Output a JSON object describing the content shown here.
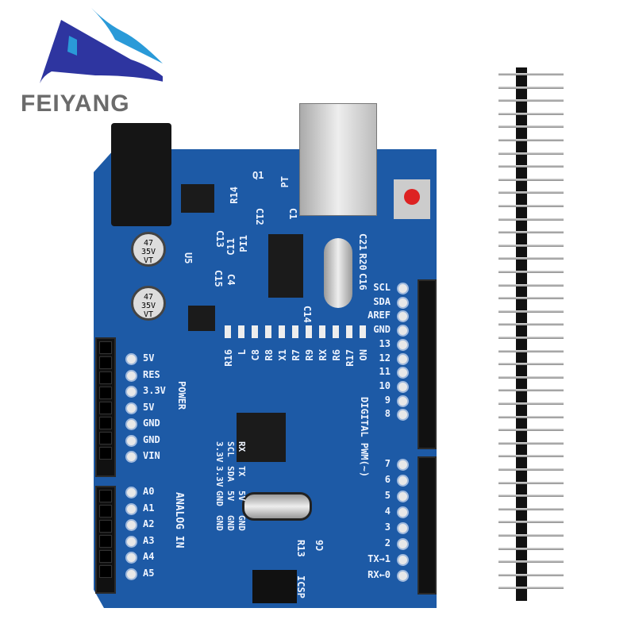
{
  "logo": {
    "text": "FEIYANG",
    "colors": {
      "dark": "#2e35a0",
      "light": "#2a9ad8"
    }
  },
  "board": {
    "color": "#1d5aa6",
    "power_pins": [
      "5V",
      "RES",
      "3.3V",
      "5V",
      "GND",
      "GND",
      "VIN"
    ],
    "analog_pins": [
      "A0",
      "A1",
      "A2",
      "A3",
      "A4",
      "A5"
    ],
    "digital_top": [
      "SCL",
      "SDA",
      "AREF",
      "GND",
      "13",
      "12",
      "11",
      "10",
      "9",
      "8"
    ],
    "digital_bottom": [
      "7",
      "6",
      "5",
      "4",
      "3",
      "2",
      "TX→1",
      "RX←0"
    ],
    "top_row": [
      "R16",
      "L",
      "C8",
      "R8",
      "X1",
      "R7",
      "R9",
      "RX",
      "R6",
      "R17",
      "ON"
    ],
    "section_power": "POWER",
    "section_analog": "ANALOG IN",
    "section_digital": "DIGITAL PWM(~)",
    "header_labels": [
      "RX",
      "TX",
      "5V",
      "GND",
      "SCL",
      "SDA",
      "5V",
      "GND",
      "3.3V",
      "3.3V",
      "GND",
      "GND"
    ],
    "parts": [
      "Q1",
      "PT",
      "R14",
      "C12",
      "C1",
      "C13",
      "C11",
      "PI1",
      "C15",
      "C4",
      "U5",
      "C14",
      "C21",
      "R20",
      "C16",
      "R13",
      "C6",
      "ICSP"
    ],
    "capacitor": [
      "47",
      "35V",
      "VT"
    ]
  }
}
